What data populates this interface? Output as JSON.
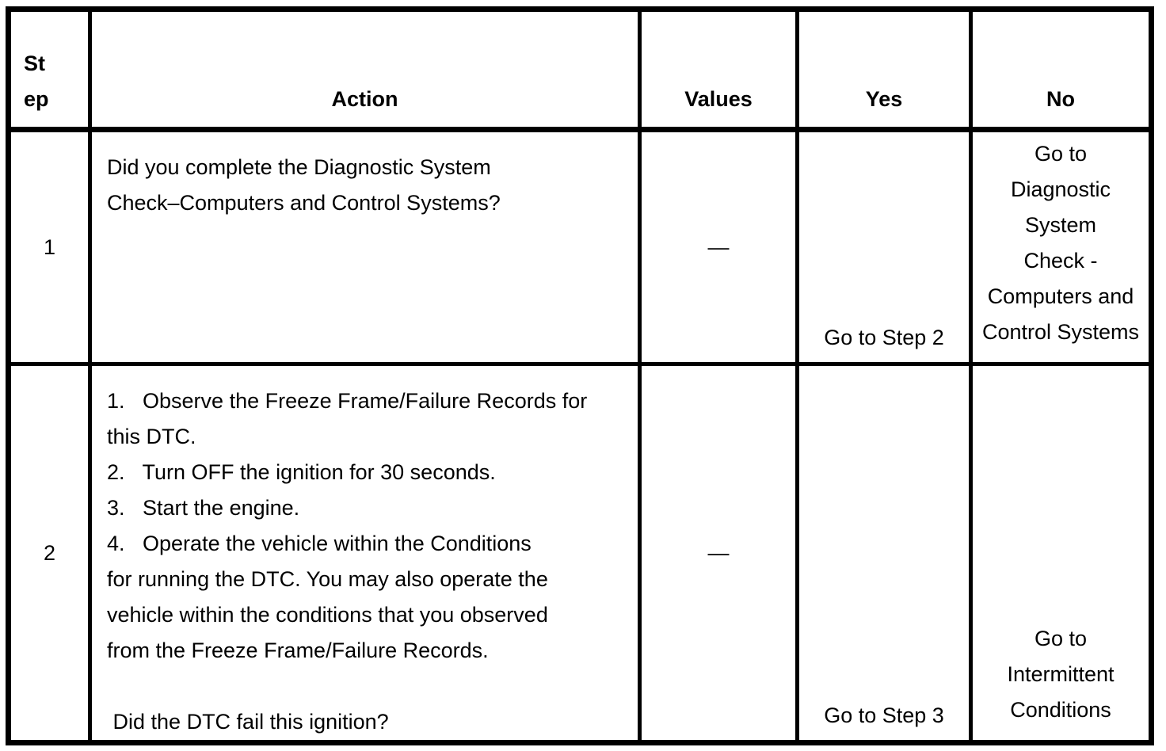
{
  "table": {
    "headers": {
      "step_lines": [
        "St",
        "ep"
      ],
      "action": "Action",
      "values": "Values",
      "yes": "Yes",
      "no": "No"
    },
    "rows": [
      {
        "step": "1",
        "action_lines": [
          "Did you complete the Diagnostic System",
          "Check–Computers and Control Systems?"
        ],
        "values": "—",
        "yes": "Go to Step 2",
        "no_lines": [
          "Go to",
          "Diagnostic",
          "System",
          "Check -",
          "Computers and",
          "Control Systems"
        ]
      },
      {
        "step": "2",
        "action_lines": [
          "1.   Observe the Freeze Frame/Failure Records for",
          "this DTC.",
          "2.   Turn OFF the ignition for 30 seconds.",
          "3.   Start the engine.",
          "4.   Operate the vehicle within the Conditions",
          "for running the DTC. You may also operate the",
          "vehicle within the conditions that you observed",
          "from the Freeze Frame/Failure Records.",
          "",
          " Did the DTC fail this ignition?"
        ],
        "values": "—",
        "yes": "Go to Step 3",
        "no_lines": [
          "Go to",
          "Intermittent",
          "Conditions"
        ]
      }
    ]
  },
  "colors": {
    "border": "#000000",
    "text": "#000000",
    "background": "#ffffff"
  }
}
